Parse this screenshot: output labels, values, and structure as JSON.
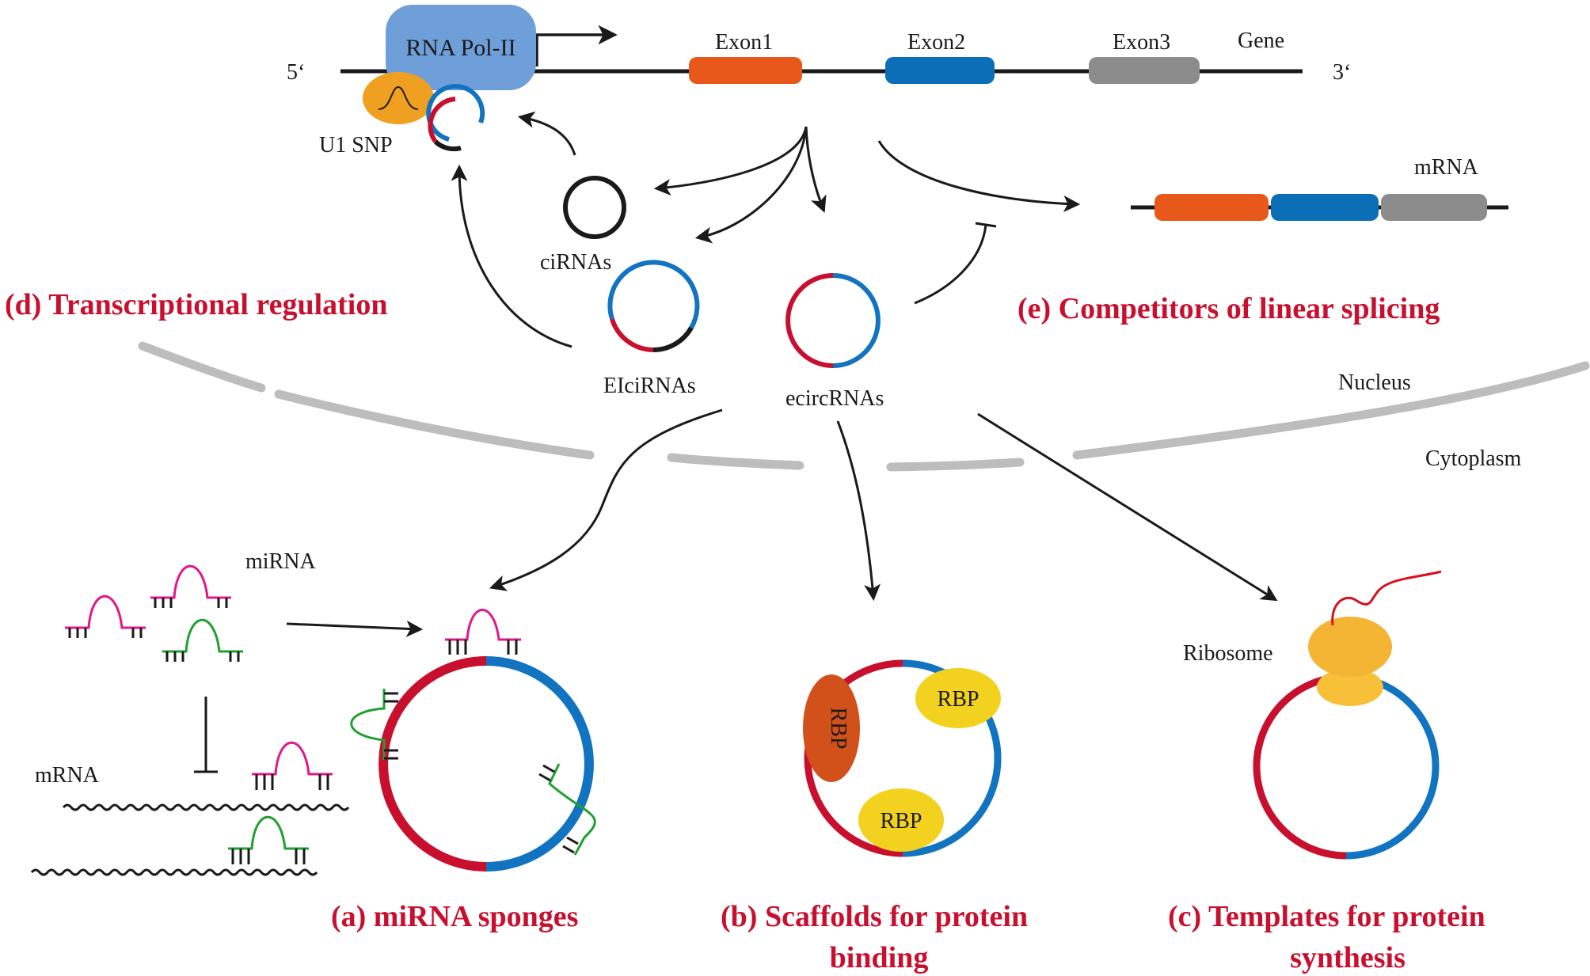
{
  "gene": {
    "five_prime": "5‘",
    "three_prime": "3‘",
    "label": "Gene",
    "polymerase": "RNA Pol-II",
    "exons": [
      "Exon1",
      "Exon2",
      "Exon3"
    ],
    "u1_label": "U1 SNP"
  },
  "mrna_top": {
    "label": "mRNA"
  },
  "rna_types": {
    "cirnas": "ciRNAs",
    "eicirnas": "EIciRNAs",
    "ecircrnas": "ecircRNAs"
  },
  "compartments": {
    "nucleus": "Nucleus",
    "cytoplasm": "Cytoplasm"
  },
  "functions": {
    "d": "(d)  Transcriptional regulation",
    "e": "(e)  Competitors of linear splicing",
    "a": "(a)  miRNA sponges",
    "b_line1": "(b)  Scaffolds for protein",
    "b_line2": "binding",
    "c_line1": "(c) Templates for protein",
    "c_line2": "synthesis"
  },
  "sponge_panel": {
    "mirna_label": "miRNA",
    "mrna_label": "mRNA"
  },
  "scaffold_panel": {
    "rbp_labels": [
      "RBP",
      "RBP",
      "RBP"
    ]
  },
  "template_panel": {
    "ribosome_label": "Ribosome"
  },
  "colors": {
    "exon1": "#e8581a",
    "exon2": "#0b6fb8",
    "exon3": "#8c8c8c",
    "circ_red": "#c8102e",
    "circ_blue": "#1273c0",
    "pol_ii": "#6f9fd8",
    "u1": "#f0a020",
    "mirna_magenta": "#e0188c",
    "mirna_green": "#20a030",
    "rbp_dark": "#d2501a",
    "rbp_yellow": "#f2d21e",
    "ribosome": "#f4b434",
    "title_red": "#c8102e",
    "membrane": "#bdbdbd"
  }
}
